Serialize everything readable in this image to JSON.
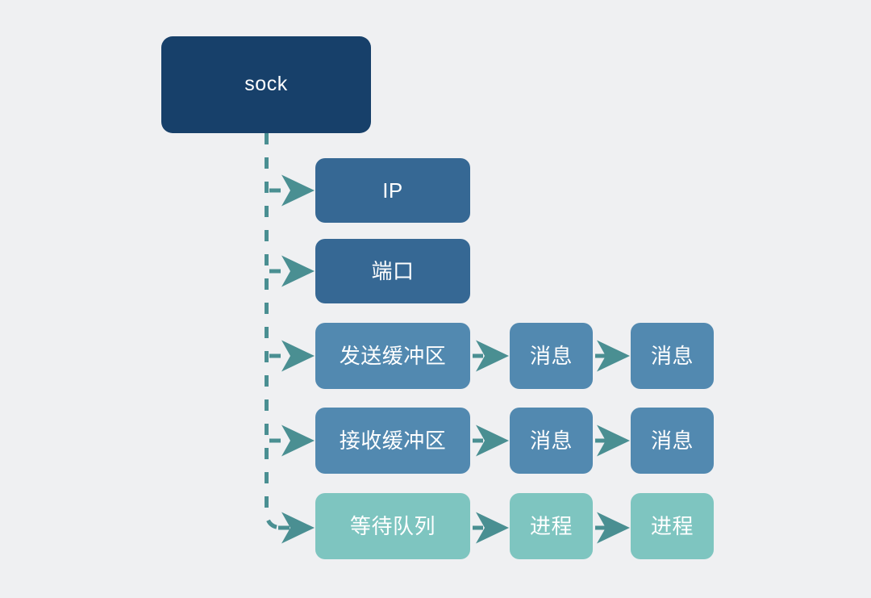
{
  "diagram": {
    "title": "sock",
    "background_color": "#eff0f2",
    "edge_color": "#4a8f92",
    "colors": {
      "root": "#17406a",
      "attribute": "#366894",
      "buffer": "#5289b0",
      "message": "#5289b0",
      "queue": "#7ec5c0",
      "process": "#7ec5c0",
      "text": "#ffffff"
    },
    "root": {
      "label": "sock"
    },
    "branches": [
      {
        "id": "ip",
        "label": "IP"
      },
      {
        "id": "port",
        "label": "端口"
      },
      {
        "id": "send_buffer",
        "label": "发送缓冲区"
      },
      {
        "id": "recv_buffer",
        "label": "接收缓冲区"
      },
      {
        "id": "wait_queue",
        "label": "等待队列"
      }
    ],
    "chains": {
      "send_buffer": [
        {
          "label": "消息"
        },
        {
          "label": "消息"
        }
      ],
      "recv_buffer": [
        {
          "label": "消息"
        },
        {
          "label": "消息"
        }
      ],
      "wait_queue": [
        {
          "label": "进程"
        },
        {
          "label": "进程"
        }
      ]
    }
  }
}
